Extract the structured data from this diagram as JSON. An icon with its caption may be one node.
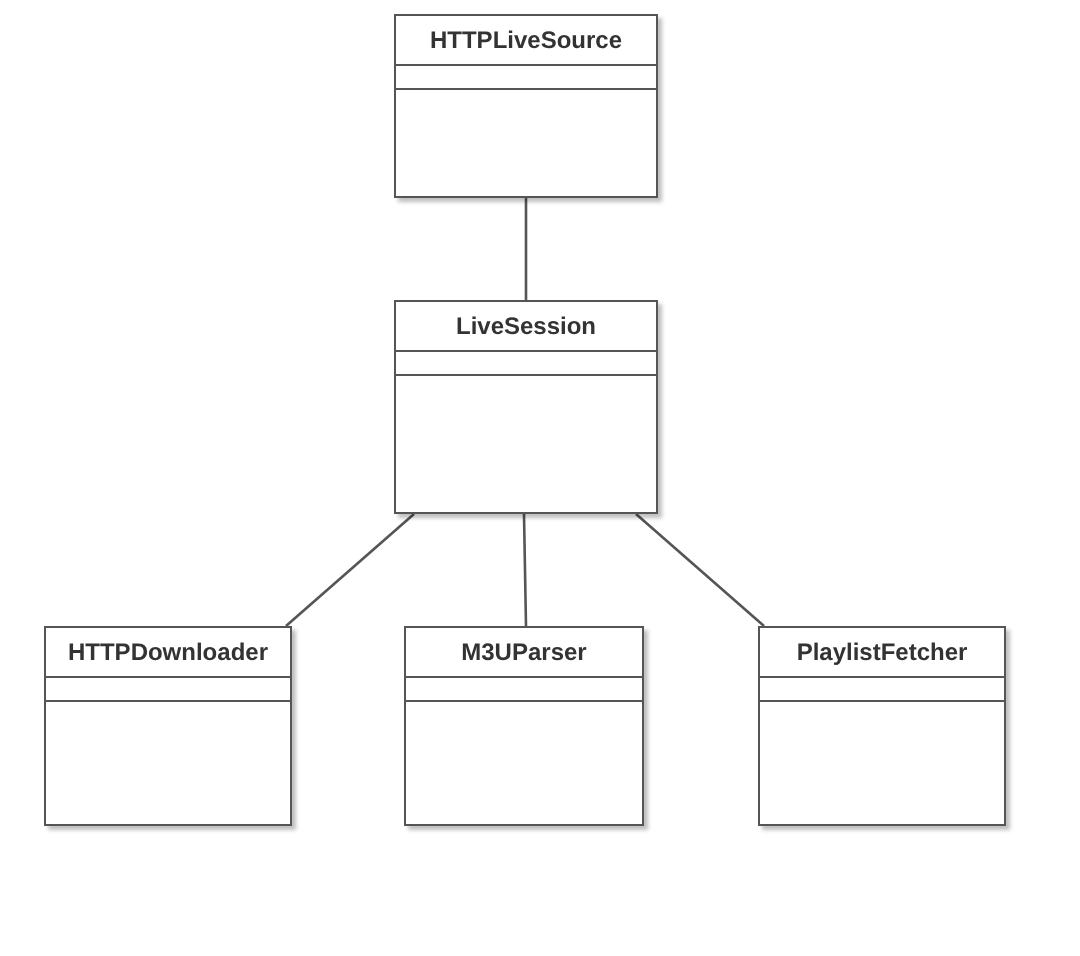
{
  "diagram": {
    "nodes": [
      {
        "text": [
          "HTTPLiveSource"
        ]
      },
      {
        "text": [
          "LiveSession"
        ]
      },
      {
        "text": [
          "HTTPDownloader"
        ]
      },
      {
        "text": [
          "M3UParser"
        ]
      },
      {
        "text": [
          "PlaylistFetcher"
        ]
      }
    ],
    "edges": [
      {
        "from": 0,
        "to": 1,
        "arrow": "none"
      },
      {
        "from": 1,
        "to": 2,
        "arrow": "none"
      },
      {
        "from": 1,
        "to": 3,
        "arrow": "none"
      },
      {
        "from": 1,
        "to": 4,
        "arrow": "none"
      }
    ]
  }
}
